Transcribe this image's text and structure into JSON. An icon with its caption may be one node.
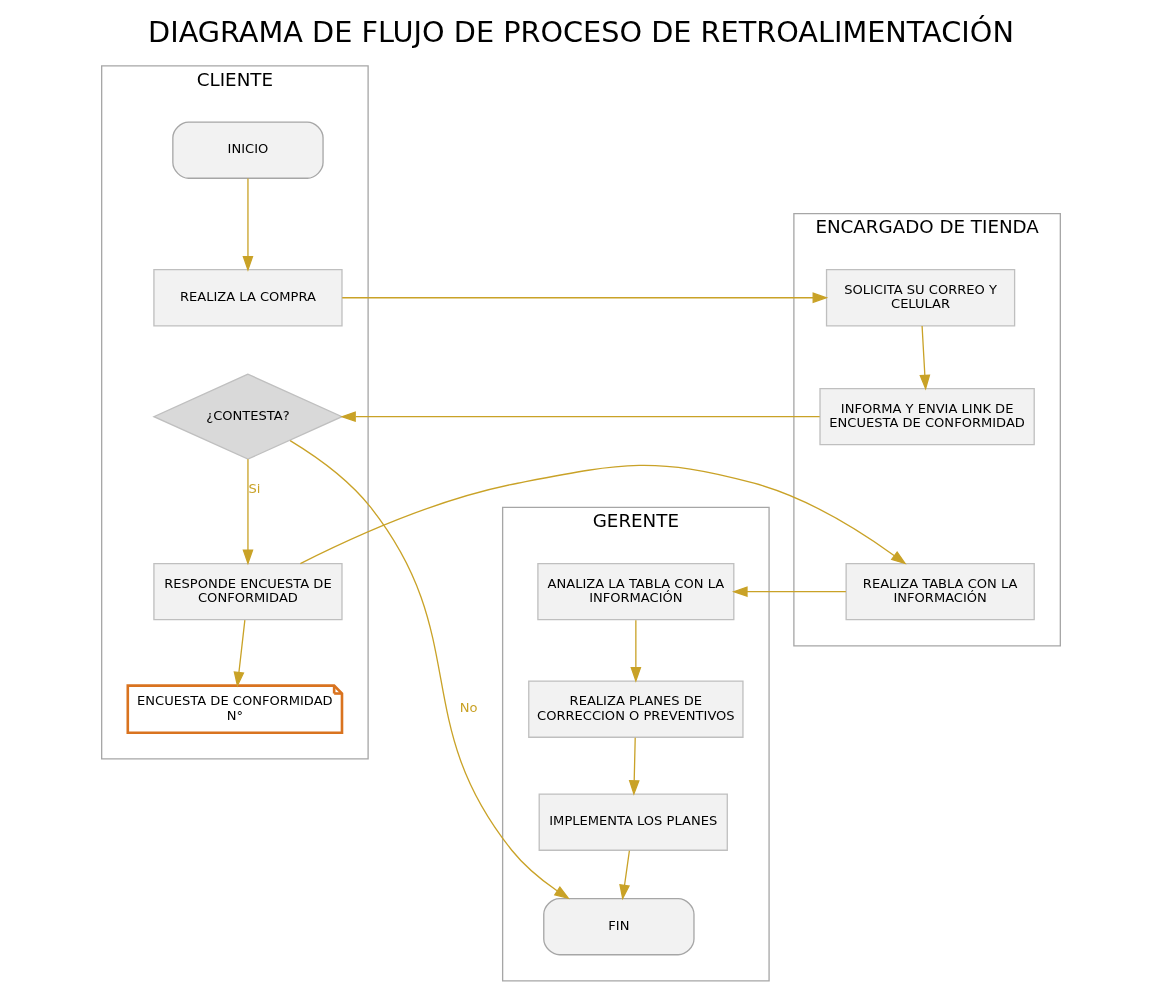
{
  "diagram": {
    "title": "DIAGRAMA DE FLUJO DE PROCESO DE RETROALIMENTACIÓN",
    "nodes": [
      {
        "text": [
          "CLIENTE"
        ]
      },
      {
        "text": [
          "ENCARGADO DE TIENDA"
        ]
      },
      {
        "text": [
          "GERENTE"
        ]
      },
      {
        "text": [
          "INICIO"
        ],
        "in": 0
      },
      {
        "text": [
          "REALIZA LA COMPRA"
        ],
        "in": 0
      },
      {
        "text": [
          "SOLICITA SU CORREO Y CELULAR"
        ],
        "in": 1
      },
      {
        "text": [
          "INFORMA Y ENVIA LINK DE ENCUESTA DE CONFORMIDAD"
        ],
        "in": 1
      },
      {
        "text": [
          "¿CONTESTA?"
        ],
        "in": 0
      },
      {
        "text": [
          "RESPONDE ENCUESTA DE CONFORMIDAD"
        ],
        "in": 0
      },
      {
        "text": [
          "REALIZA TABLA CON LA INFORMACIÓN"
        ],
        "in": 1
      },
      {
        "text": [
          "ANALIZA LA TABLA CON LA INFORMACIÓN"
        ],
        "in": 2
      },
      {
        "text": [
          "REALIZA PLANES DE CORRECCION O PREVENTIVOS"
        ],
        "in": 2
      },
      {
        "text": [
          "IMPLEMENTA LOS PLANES"
        ],
        "in": 2
      },
      {
        "text": [
          "ENCUESTA DE CONFORMIDAD N°"
        ],
        "in": 0
      },
      {
        "text": [
          "FIN"
        ],
        "in": 2
      }
    ],
    "edges": [
      {
        "from": 3,
        "to": 4,
        "arrow": "to"
      },
      {
        "from": 4,
        "to": 5,
        "arrow": "to"
      },
      {
        "from": 5,
        "to": 6,
        "arrow": "to"
      },
      {
        "from": 6,
        "to": 7,
        "arrow": "to"
      },
      {
        "from": 7,
        "to": 8,
        "arrow": "to",
        "label": "Si"
      },
      {
        "from": 8,
        "to": 9,
        "arrow": "to"
      },
      {
        "from": 9,
        "to": 10,
        "arrow": "to"
      },
      {
        "from": 10,
        "to": 11,
        "arrow": "to"
      },
      {
        "from": 11,
        "to": 12,
        "arrow": "to"
      },
      {
        "from": 8,
        "to": 13,
        "arrow": "to"
      },
      {
        "from": 12,
        "to": 14,
        "arrow": "to"
      },
      {
        "from": 7,
        "to": 14,
        "arrow": "to",
        "label": "No"
      }
    ]
  }
}
